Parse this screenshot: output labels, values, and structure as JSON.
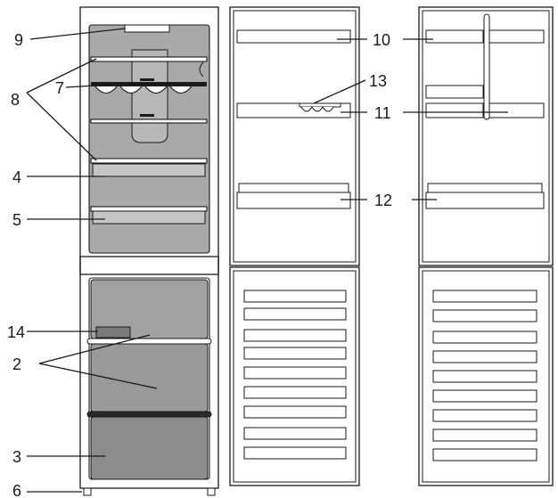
{
  "diagram": {
    "callouts": [
      {
        "id": "9",
        "label": "9"
      },
      {
        "id": "8",
        "label": "8"
      },
      {
        "id": "7",
        "label": "7"
      },
      {
        "id": "4",
        "label": "4"
      },
      {
        "id": "5",
        "label": "5"
      },
      {
        "id": "14",
        "label": "14"
      },
      {
        "id": "2",
        "label": "2"
      },
      {
        "id": "3",
        "label": "3"
      },
      {
        "id": "6",
        "label": "6"
      },
      {
        "id": "10",
        "label": "10"
      },
      {
        "id": "13",
        "label": "13"
      },
      {
        "id": "11",
        "label": "11"
      },
      {
        "id": "12",
        "label": "12"
      }
    ],
    "colors": {
      "line": "#1a1a1a",
      "interior_gray": "#a9a9a9",
      "drawer_gray": "#9a9a9a",
      "bottom_drawer_gray": "#8c8c8c",
      "paper": "#ffffff"
    }
  }
}
